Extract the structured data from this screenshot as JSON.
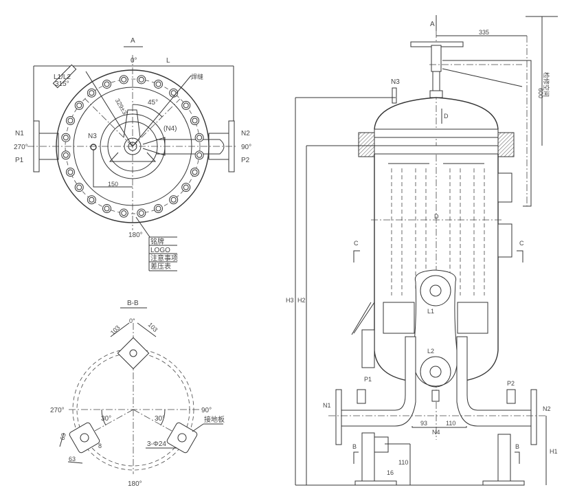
{
  "top_view": {
    "section_label": "A",
    "angle_0": "0°",
    "angle_90": "90°",
    "angle_180": "180°",
    "angle_270": "270°",
    "angle_45": "45°",
    "dim_L": "L",
    "dim_329": "329±3",
    "dim_150": "150",
    "nozzle_l1l2": "L1/L2",
    "angle_315": "315°",
    "n1": "N1",
    "p1": "P1",
    "n2": "N2",
    "p2": "P2",
    "n3": "N3",
    "n4": "(N4)",
    "weld_note": "焊缝",
    "legend": [
      "铭牌",
      "LOGO",
      "注意事项",
      "差压表"
    ]
  },
  "section_bb": {
    "title": "B-B",
    "angle_0": "0°",
    "angle_90": "90°",
    "angle_180": "180°",
    "angle_270": "270°",
    "angle_30_left": "30°",
    "angle_30_right": "30°",
    "dim_103_left": "103",
    "dim_103_right": "103",
    "dim_63_a": "63",
    "dim_63_b": "63",
    "dim_8": "8",
    "holes": "3-Φ24",
    "ground_plate": "接地板"
  },
  "side_view": {
    "section_A": "A",
    "dim_335": "335",
    "dim_600": "600",
    "service_space": "检修空间",
    "n3": "N3",
    "d_top": "D",
    "d_mid": "D",
    "c_left": "C",
    "c_right": "C",
    "h3": "H3",
    "h2": "H2",
    "h1": "H1",
    "l1": "L1",
    "l2": "L2",
    "p1": "P1",
    "p2": "P2",
    "n1": "N1",
    "n2": "N2",
    "n4": "N4",
    "dim_93": "93",
    "dim_110": "110",
    "dim_110_leg": "110",
    "dim_16": "16",
    "b_left": "B",
    "b_right": "B"
  }
}
